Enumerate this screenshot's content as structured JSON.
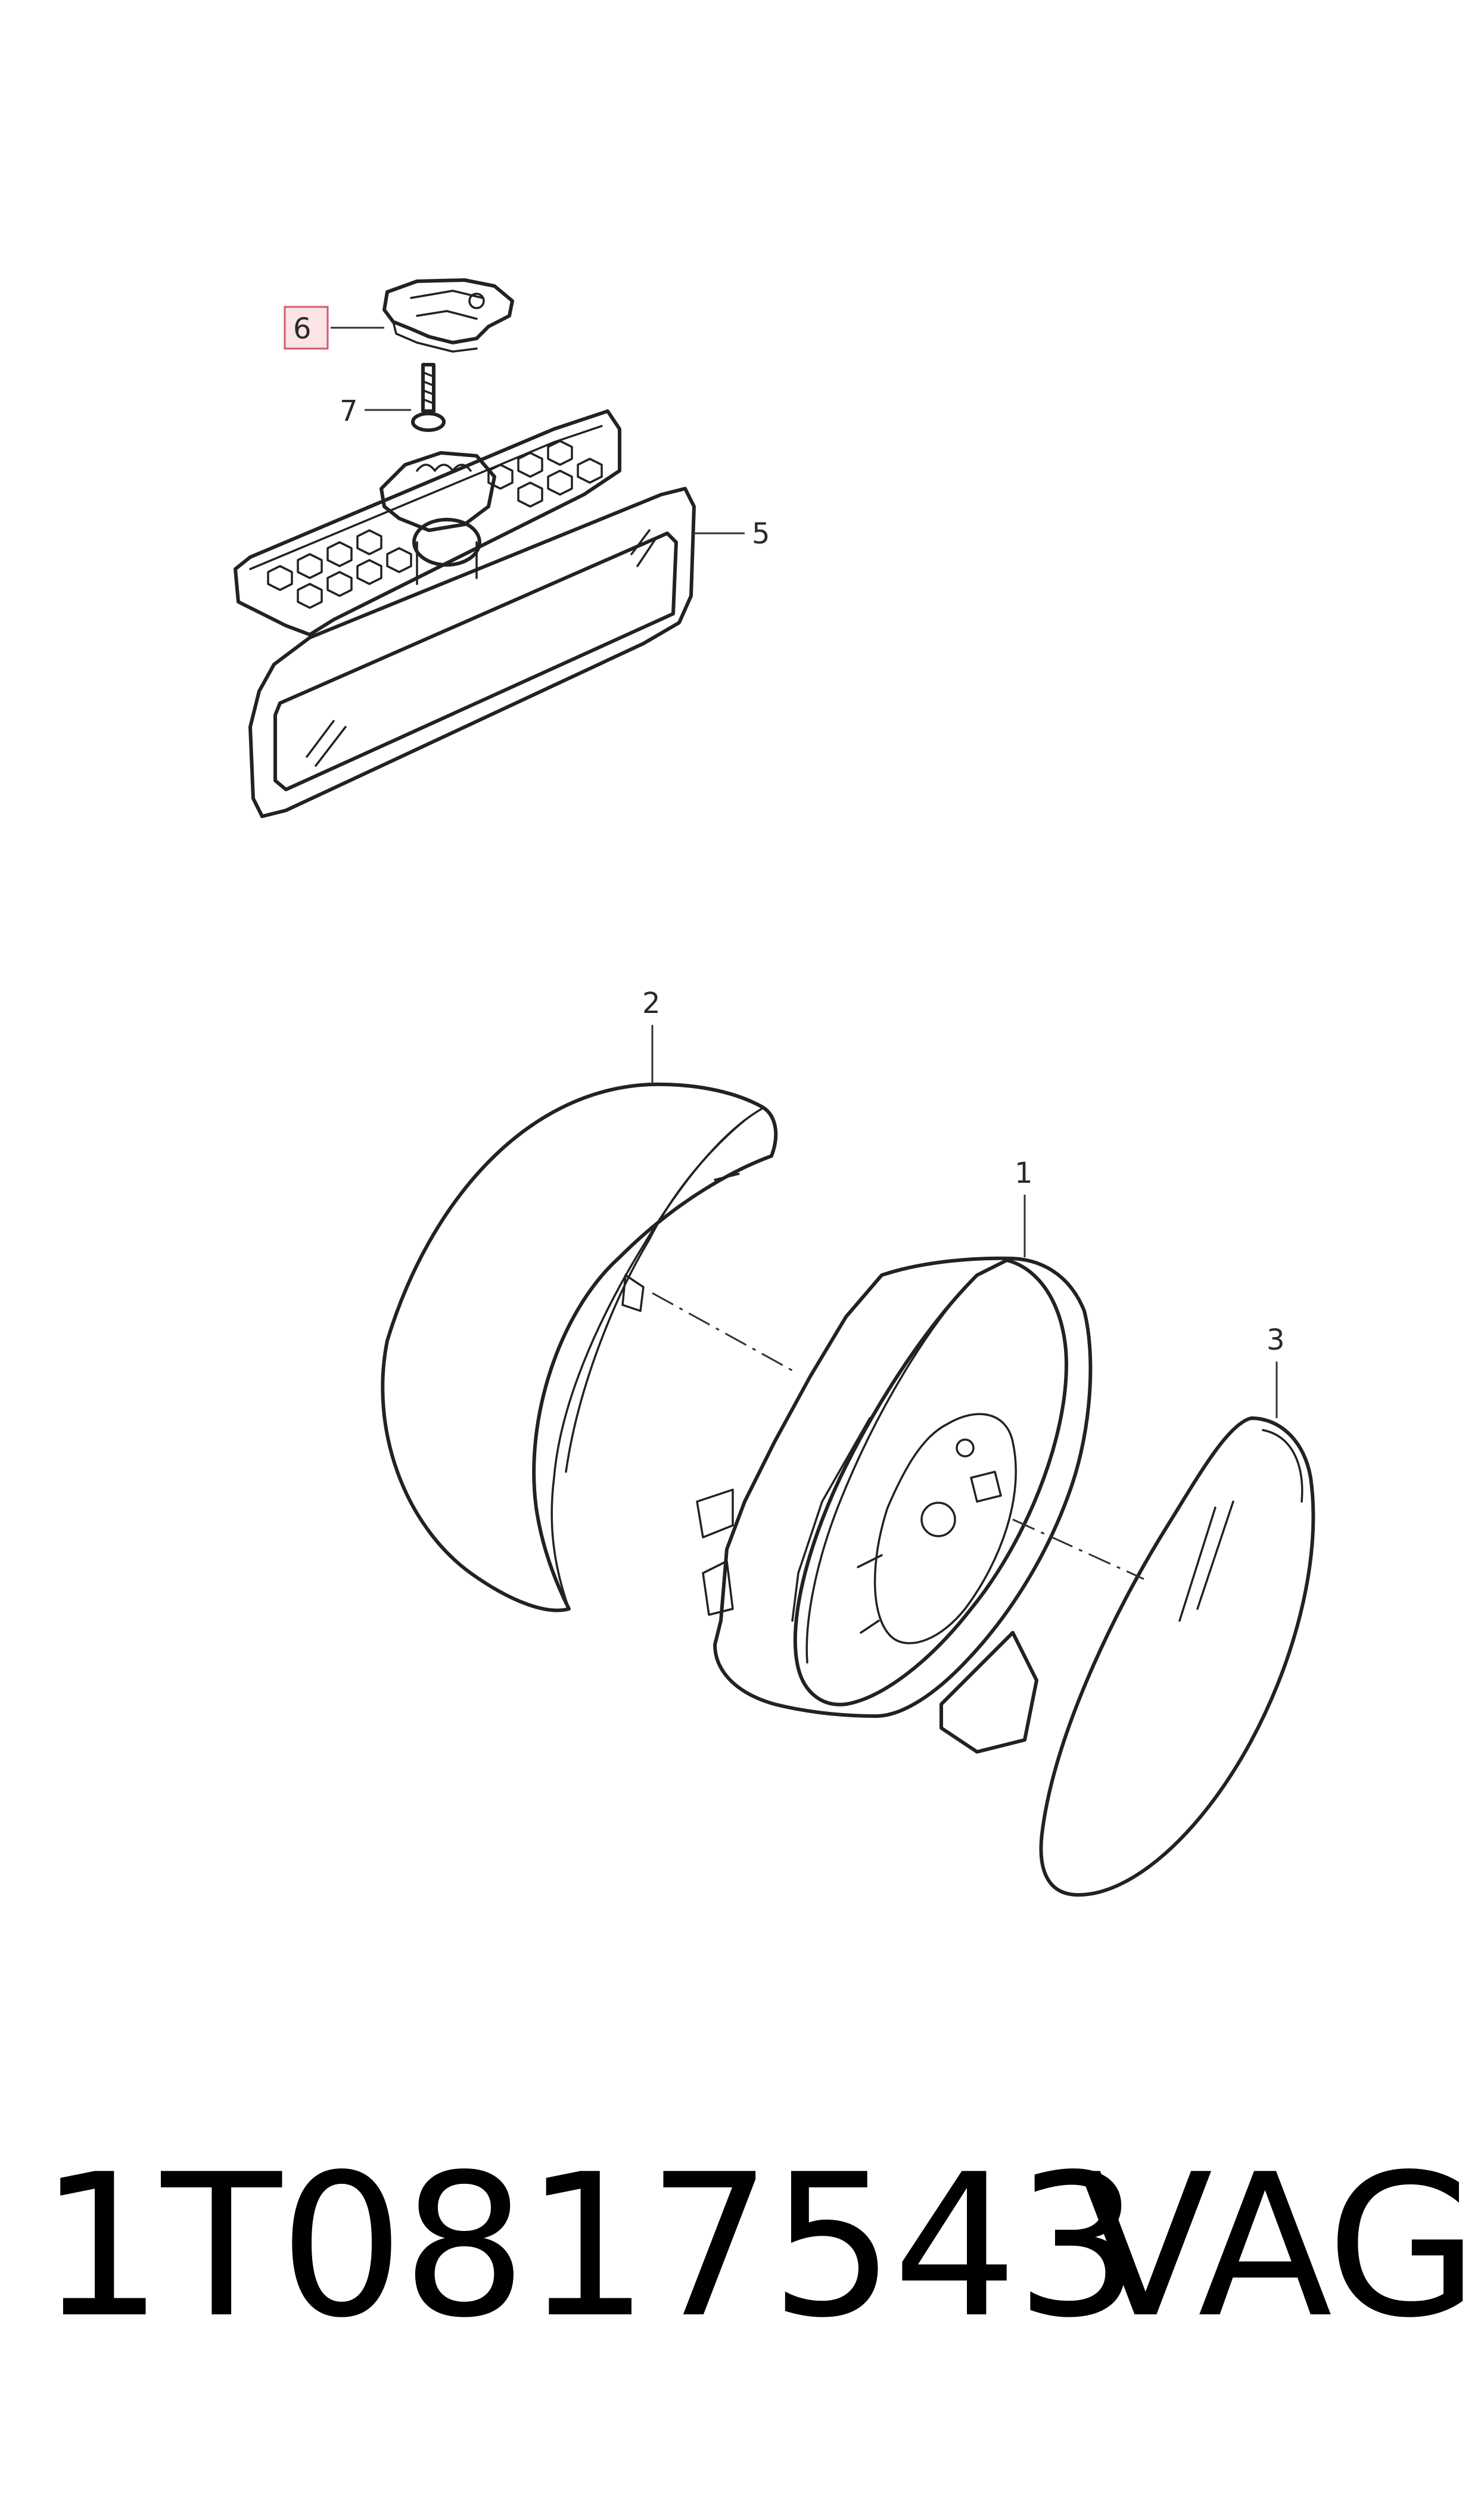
{
  "diagram": {
    "callouts": [
      {
        "id": "1",
        "label": "1"
      },
      {
        "id": "2",
        "label": "2"
      },
      {
        "id": "3",
        "label": "3"
      },
      {
        "id": "5",
        "label": "5"
      },
      {
        "id": "6",
        "label": "6",
        "highlighted": true
      },
      {
        "id": "7",
        "label": "7"
      }
    ],
    "highlight_color": "#d4596d"
  },
  "caption": {
    "part_number": "1T0817543",
    "brand": "VAG"
  }
}
